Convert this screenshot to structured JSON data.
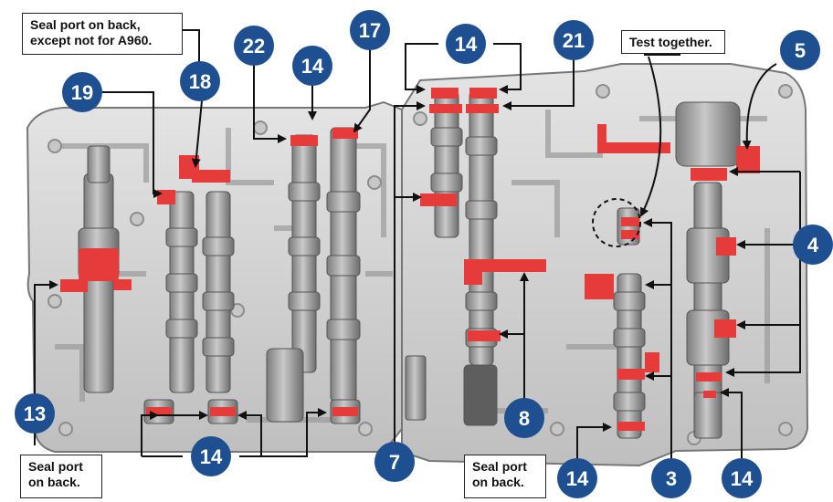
{
  "callouts": {
    "top_left": "Seal port on back,\nexcept not for A960.",
    "test_together": "Test together.",
    "bottom_left": "Seal port\non back.",
    "bottom_mid": "Seal port\non back."
  },
  "badges": [
    "19",
    "18",
    "22",
    "14",
    "17",
    "14",
    "21",
    "5",
    "4",
    "13",
    "14",
    "7",
    "8",
    "14",
    "3",
    "14"
  ],
  "colors": {
    "badge": "#1d4f91",
    "seal": "#e63b3b",
    "body_light": "#d6d6d6",
    "body_dark": "#8a8a8a",
    "valve": "#9c9c9c",
    "arrow": "#111111"
  },
  "icons": {
    "test_marker": "dashed-circle-icon"
  }
}
